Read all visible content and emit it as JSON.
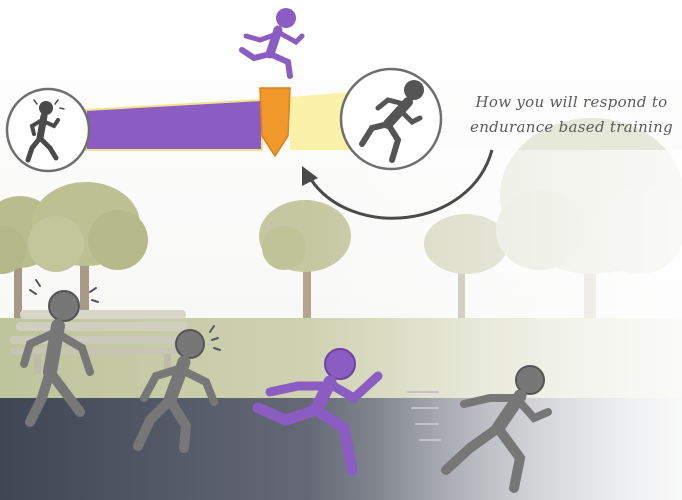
{
  "caption": {
    "line1": "How you will respond to",
    "line2": "endurance based training"
  },
  "scale": {
    "left_icon": "tired-sweating-runner-icon",
    "right_icon": "fast-runner-icon",
    "marker_icon": "leaping-runner-icon",
    "position_fraction": 0.65
  },
  "runners": [
    {
      "icon": "exhausted-runner-icon",
      "color": "#777777"
    },
    {
      "icon": "tired-runner-icon",
      "color": "#777777"
    },
    {
      "icon": "leaping-runner-icon",
      "color": "#8b5cc1"
    },
    {
      "icon": "sprinting-runner-icon",
      "color": "#777777"
    }
  ],
  "colors": {
    "accent_purple": "#8b5cc1",
    "marker_orange": "#f0982a",
    "bar_yellow": "#faf2a8",
    "figure_gray": "#777777",
    "road": "#4a5260"
  }
}
